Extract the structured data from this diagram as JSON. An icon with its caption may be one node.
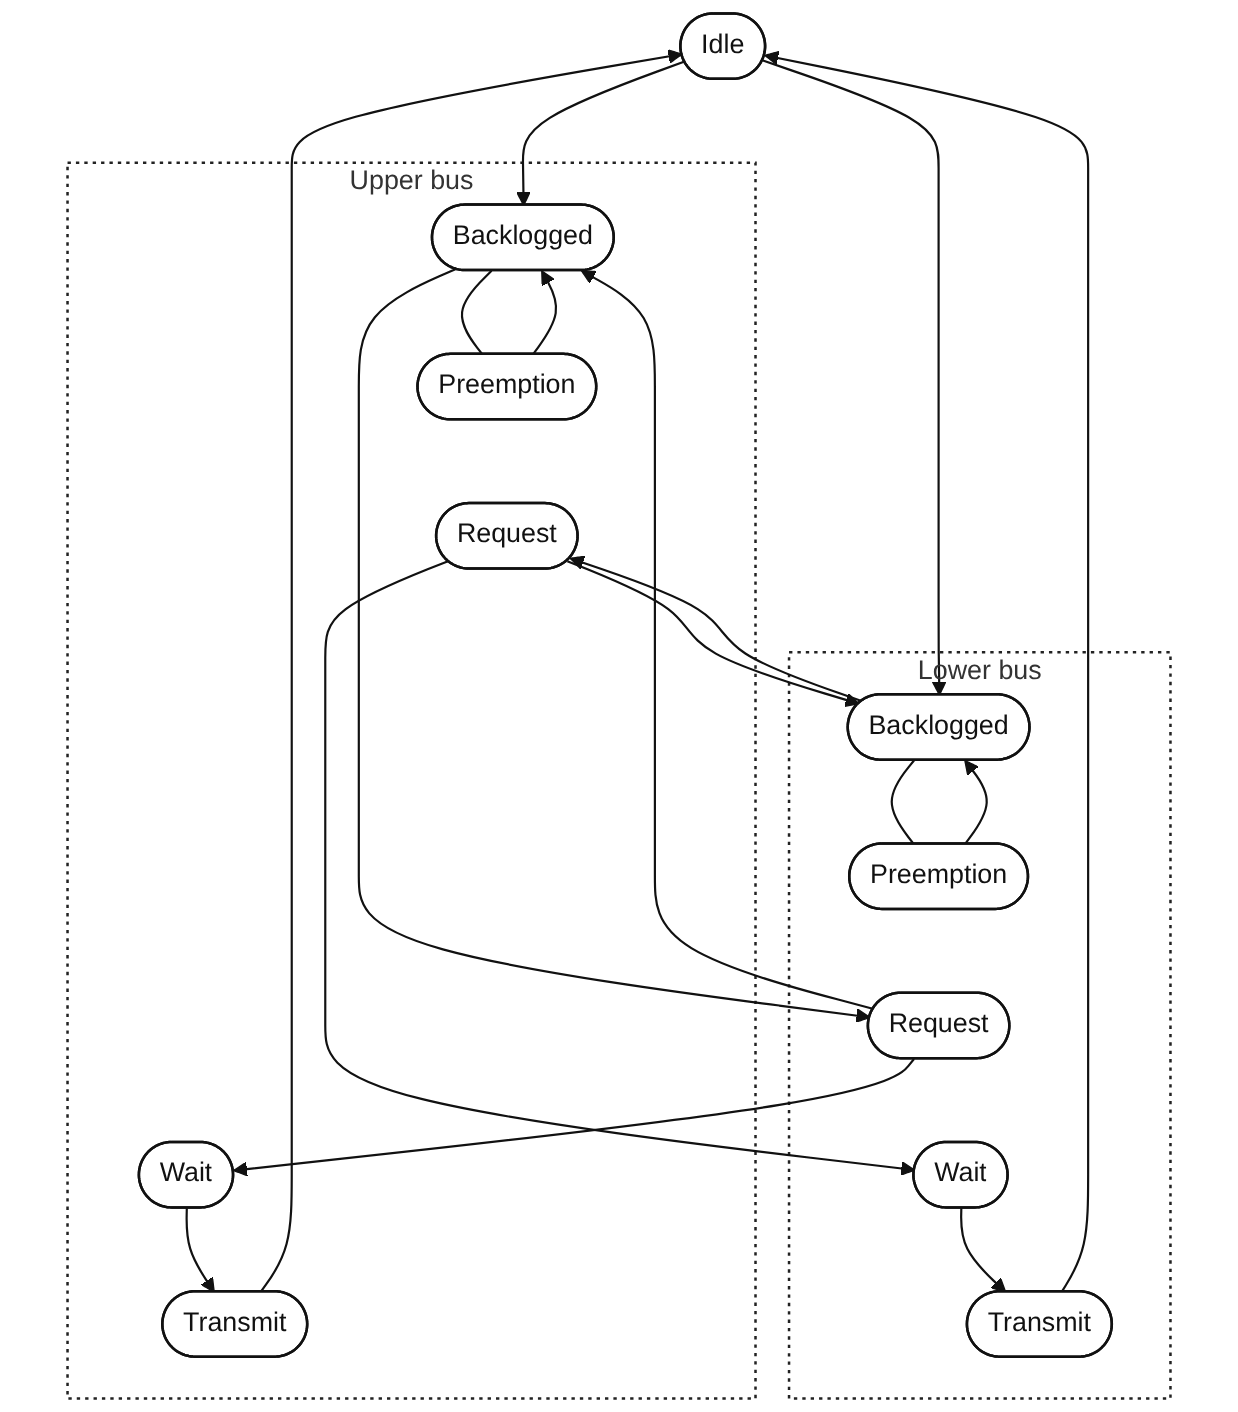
{
  "diagram": {
    "nodes": [
      {
        "text": [
          "Idle"
        ]
      },
      {
        "text": [
          "Upper bus"
        ]
      },
      {
        "text": [
          "Backlogged"
        ],
        "in": 1
      },
      {
        "text": [
          "Preemption"
        ],
        "in": 1
      },
      {
        "text": [
          "Request"
        ],
        "in": 1
      },
      {
        "text": [
          "Wait"
        ],
        "in": 1
      },
      {
        "text": [
          "Transmit"
        ],
        "in": 1
      },
      {
        "text": [
          "Lower bus"
        ]
      },
      {
        "text": [
          "Backlogged"
        ],
        "in": 7
      },
      {
        "text": [
          "Preemption"
        ],
        "in": 7
      },
      {
        "text": [
          "Request"
        ],
        "in": 7
      },
      {
        "text": [
          "Wait"
        ],
        "in": 7
      },
      {
        "text": [
          "Transmit"
        ],
        "in": 7
      }
    ],
    "edges": [
      {
        "from": 0,
        "to": 2,
        "arrow": "to"
      },
      {
        "from": 0,
        "to": 8,
        "arrow": "to"
      },
      {
        "from": 2,
        "to": 3,
        "arrow": "none"
      },
      {
        "from": 3,
        "to": 2,
        "arrow": "to"
      },
      {
        "from": 8,
        "to": 9,
        "arrow": "none"
      },
      {
        "from": 9,
        "to": 8,
        "arrow": "to"
      },
      {
        "from": 2,
        "to": 10,
        "arrow": "to"
      },
      {
        "from": 10,
        "to": 2,
        "arrow": "to"
      },
      {
        "from": 8,
        "to": 4,
        "arrow": "to"
      },
      {
        "from": 4,
        "to": 8,
        "arrow": "to"
      },
      {
        "from": 4,
        "to": 11,
        "arrow": "to"
      },
      {
        "from": 10,
        "to": 5,
        "arrow": "to"
      },
      {
        "from": 5,
        "to": 6,
        "arrow": "to"
      },
      {
        "from": 11,
        "to": 12,
        "arrow": "to"
      },
      {
        "from": 6,
        "to": 0,
        "arrow": "to"
      },
      {
        "from": 12,
        "to": 0,
        "arrow": "to"
      }
    ]
  }
}
